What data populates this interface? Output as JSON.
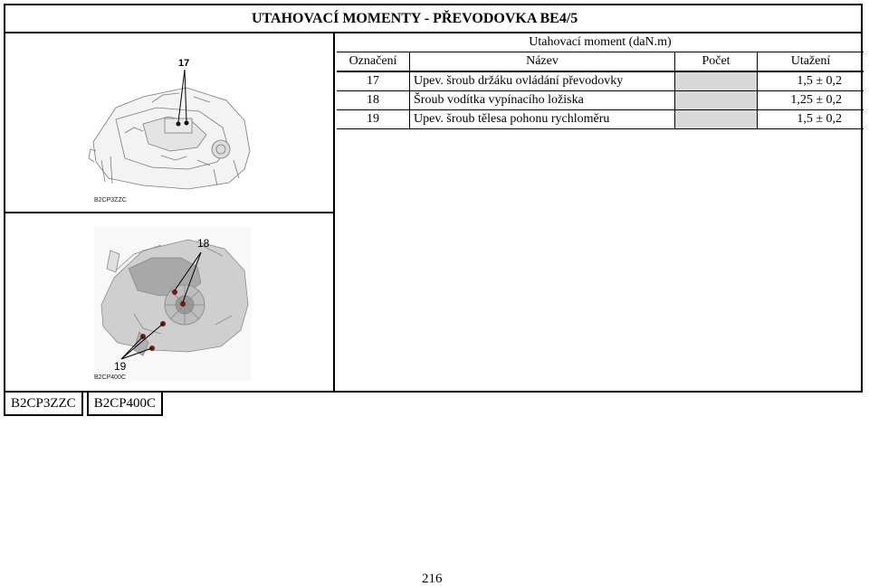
{
  "title": "UTAHOVACÍ MOMENTY - PŘEVODOVKA BE4/5",
  "table": {
    "group_header": "Utahovací moment (daN.m)",
    "columns": [
      "Označení",
      "Název",
      "Počet",
      "Utažení"
    ],
    "rows": [
      {
        "id": "17",
        "name": "Upev. šroub držáku ovládání převodovky",
        "count": "",
        "torque": "1,5 ± 0,2"
      },
      {
        "id": "18",
        "name": "Šroub vodítka vypínacího ložiska",
        "count": "",
        "torque": "1,25 ± 0,2"
      },
      {
        "id": "19",
        "name": "Upev. šroub tělesa pohonu rychloměru",
        "count": "",
        "torque": "1,5 ± 0,2"
      }
    ]
  },
  "figures": [
    {
      "callouts": [
        "17"
      ],
      "caption": "B2CP3ZZC"
    },
    {
      "callouts": [
        "18",
        "19"
      ],
      "caption": "B2CP400C"
    }
  ],
  "figure_labels": [
    "B2CP3ZZC",
    "B2CP400C"
  ],
  "page_number": "216",
  "colors": {
    "border": "#000000",
    "shaded_cell": "#d8d8d8",
    "marker": "#6a1f12",
    "drawing_gray": "#b8b8b8"
  }
}
